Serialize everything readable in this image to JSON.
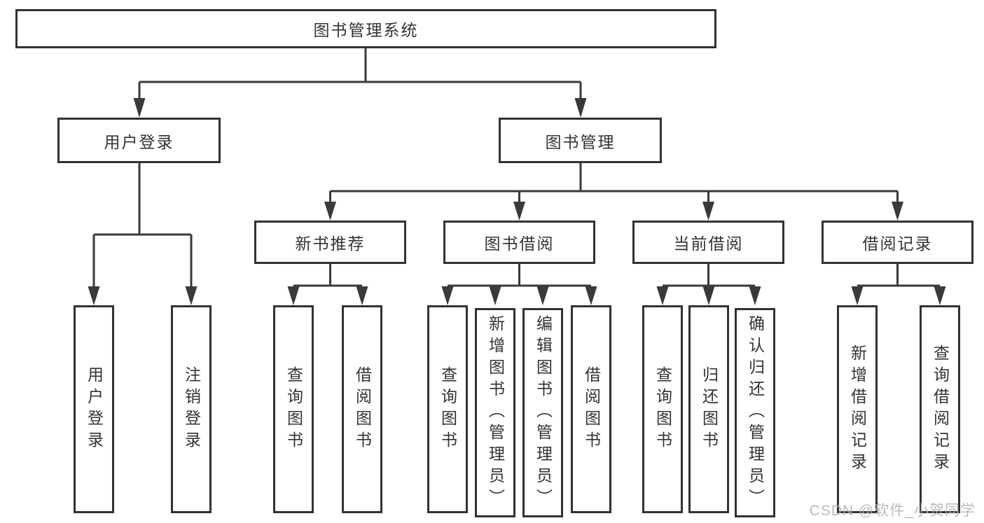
{
  "tree": {
    "root": {
      "label": "图书管理系统",
      "children": [
        {
          "label": "用户登录",
          "children": [
            {
              "label": "用户登录"
            },
            {
              "label": "注销登录"
            }
          ]
        },
        {
          "label": "图书管理",
          "children": [
            {
              "label": "新书推荐",
              "children": [
                {
                  "label": "查询图书"
                },
                {
                  "label": "借阅图书"
                }
              ]
            },
            {
              "label": "图书借阅",
              "children": [
                {
                  "label": "查询图书"
                },
                {
                  "label": "新增图书（管理员）"
                },
                {
                  "label": "编辑图书（管理员）"
                },
                {
                  "label": "借阅图书"
                }
              ]
            },
            {
              "label": "当前借阅",
              "children": [
                {
                  "label": "查询图书"
                },
                {
                  "label": "归还图书"
                },
                {
                  "label": "确认归还（管理员）"
                }
              ]
            },
            {
              "label": "借阅记录",
              "children": [
                {
                  "label": "新增借阅记录"
                },
                {
                  "label": "查询借阅记录"
                }
              ]
            }
          ]
        }
      ]
    }
  },
  "watermark": {
    "text": "CSDN @软件_小贺同学"
  },
  "colors": {
    "line": "#3a3a3a",
    "box_border": "#323232",
    "text": "#333333",
    "watermark": "#b3b3b3",
    "background": "#ffffff"
  }
}
